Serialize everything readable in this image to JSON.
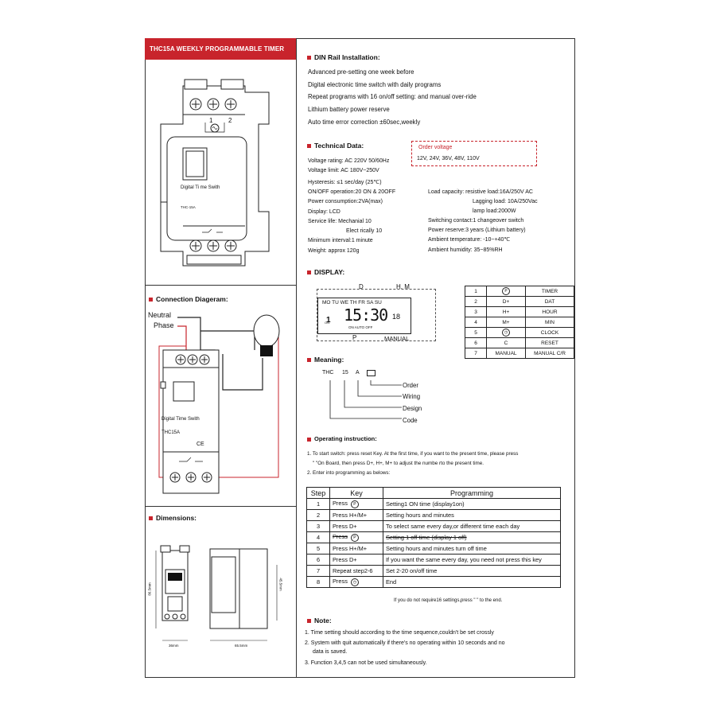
{
  "header": {
    "title": "THC15A WEEKLY PROGRAMMABLE TIMER"
  },
  "left": {
    "device_top": {
      "label": "Digital Ti me Swith",
      "model": "THC-15A",
      "terminal_1": "1",
      "terminal_2": "2"
    },
    "connection": {
      "title": "Connection Diageram:",
      "neutral": "Neutral",
      "phase": "Phase",
      "device_label": "Digital Time Swith",
      "model": "THC15A",
      "ce": "CE"
    },
    "dimensions": {
      "title": "Dimensions:",
      "width": "36mm",
      "depth": "65.5mm",
      "height": "86.5mm",
      "side": "45.5mm"
    }
  },
  "din": {
    "title": "DIN Rail Installation:",
    "lines": [
      "Advanced pre-setting one week before",
      "Digital electronic time switch with daily programs",
      "Repeat programs    with  16 on/off  setting:  and manual over-ride",
      "Lithium battery power reserve",
      "Auto time error correction ±60sec,weekly"
    ]
  },
  "tech": {
    "title": "Technical Data:",
    "order_title": "Order voltage",
    "order_values": "12V, 24V, 36V, 48V, 110V",
    "left": [
      "Voltage rating: AC 220V  50/60Hz",
      "Voltage limit: AC 180V~250V",
      "Hysteresis:  ≤1 sec/day (25℃)",
      "ON/OFF operation:20 ON & 20OFF",
      "Power consumption:2VA(max)",
      "Display: LCD",
      "Service life:  Mechanial   10",
      "Elect rically   10",
      "Minimum interval:1 minute",
      "Weight: approx 120g"
    ],
    "right": [
      "Load capacity: resistive load:16A/250V AC",
      "Lagging load: 10A/250Vac",
      "lamp load:2000W",
      "Switching contact:1 changeover switch",
      "Power reserve:3 years (Lithium battery)",
      "Ambient temperature: -10~+40℃",
      "Ambient humidity: 35~85%RH"
    ]
  },
  "display": {
    "title": "DISPLAY:",
    "label_d": "D",
    "label_hm": "H, M",
    "days": "MO TU WE TH FR SA SU",
    "time": "15:30",
    "seconds": "18",
    "on": "ON",
    "one": "1",
    "modes": "ON  AUTO  OFF",
    "label_p": "P",
    "label_manual": "MANUAL",
    "keys": [
      {
        "n": "1",
        "sym": "P",
        "name": "TIMER"
      },
      {
        "n": "2",
        "sym": "D+",
        "name": "DAT"
      },
      {
        "n": "3",
        "sym": "H+",
        "name": "HOUR"
      },
      {
        "n": "4",
        "sym": "M+",
        "name": "MIN"
      },
      {
        "n": "5",
        "sym": "clock",
        "name": "CLOCK"
      },
      {
        "n": "6",
        "sym": "C",
        "name": "RESET"
      },
      {
        "n": "7",
        "sym": "MANUAL",
        "name": "MANUAL C/R"
      }
    ]
  },
  "meaning": {
    "title": "Meaning:",
    "code": [
      "THC",
      "15",
      "A"
    ],
    "labels": [
      "Order",
      "Wiring",
      "Design",
      "Code"
    ]
  },
  "operating": {
    "title": "Operating instruction:",
    "line1a": "1.  To start switch: press reset Key. At the first time, if you want to the present time, please press",
    "line1b": "\"   \"On Board, then press  D+,  H+,  M+ to  adjust  the numbe rto  the present time.",
    "line2": "2.  Enter  into programming  as belows:",
    "headers": [
      "Step",
      "Key",
      "Programming"
    ],
    "rows": [
      {
        "step": "1",
        "key": "Press",
        "prog": "Setting1 ON time  (display1on)"
      },
      {
        "step": "2",
        "key": "Press H+/M+",
        "prog": "Setting hours and minutes"
      },
      {
        "step": "3",
        "key": "Press  D+",
        "prog": "To select same every day,or different time each day"
      },
      {
        "step": "4",
        "key": "Press",
        "prog": "Setting 1 off time (display 1 off)"
      },
      {
        "step": "5",
        "key": "Press H+/M+",
        "prog": "Setting hours and minutes turn off time"
      },
      {
        "step": "6",
        "key": "Press  D+",
        "prog": "If you want the same every day, you need not press this key"
      },
      {
        "step": "7",
        "key": "Repeat step2-6",
        "prog": "Set 2-20 on/off time"
      },
      {
        "step": "8",
        "key": "Press",
        "prog": "End"
      }
    ],
    "footnote": "If you do not require16 settings,press  \"    \" to the end."
  },
  "note": {
    "title": "Note:",
    "lines": [
      "1.  Time setting should according to the time sequence,couldn't be set crossly",
      "2.  System with quit automatically if there's no operating within 10 seconds and no",
      "data is saved.",
      "3.  Function 3,4,5 can not be used simultaneously."
    ]
  },
  "colors": {
    "accent": "#c8242c"
  }
}
